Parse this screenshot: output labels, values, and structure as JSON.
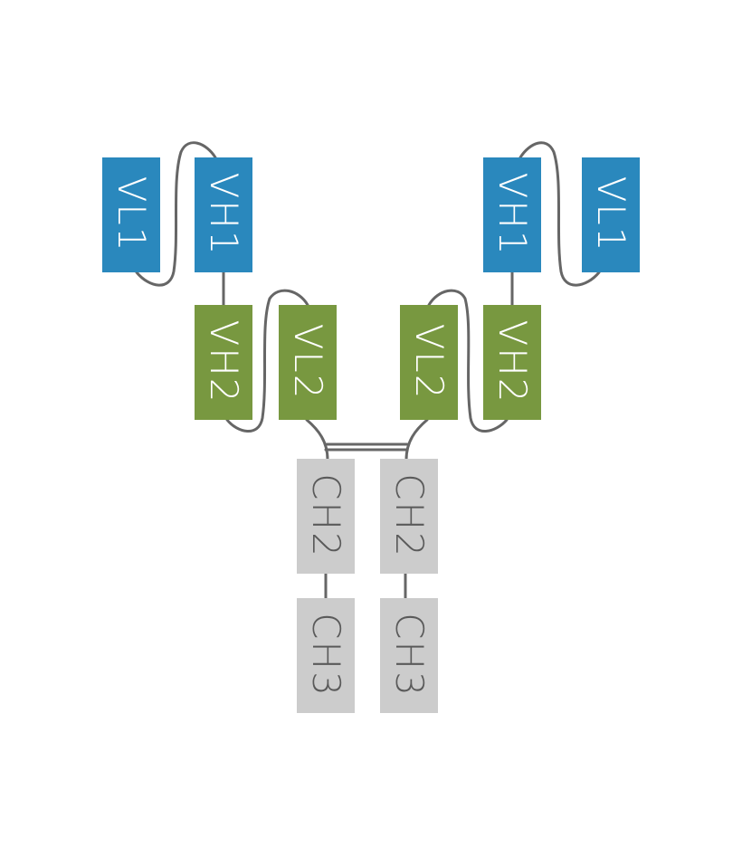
{
  "title": "Antibody domain diagram",
  "colors": {
    "vh1_vl1": "#2a88bd",
    "vh2_vl2": "#789840",
    "ch": "#cccccc",
    "line": "#666666",
    "label_light": "#ffffff",
    "label_dark": "#5a5a5a"
  },
  "domains": {
    "left_vl1": "VL1",
    "left_vh1": "VH1",
    "left_vh2": "VH2",
    "left_vl2": "VL2",
    "right_vl2": "VL2",
    "right_vh2": "VH2",
    "right_vh1": "VH1",
    "right_vl1": "VL1",
    "left_ch2": "CH2",
    "right_ch2": "CH2",
    "left_ch3": "CH3",
    "right_ch3": "CH3"
  }
}
